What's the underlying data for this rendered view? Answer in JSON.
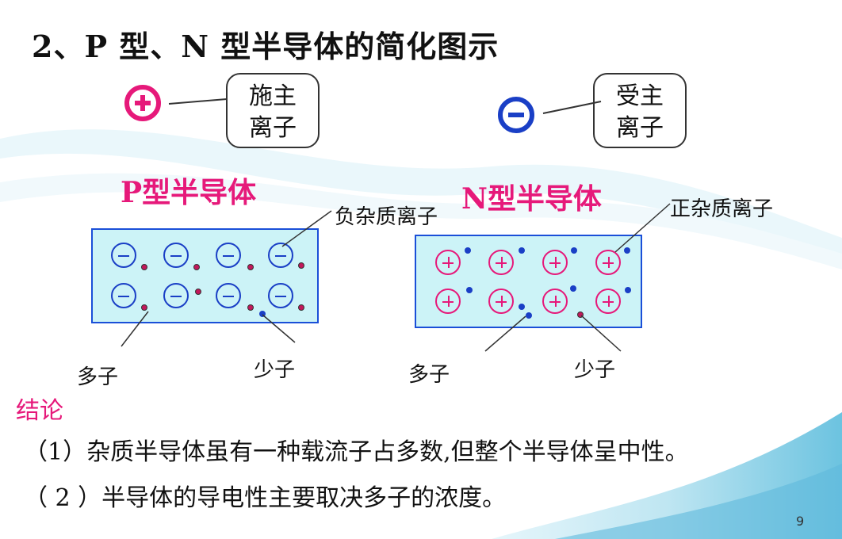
{
  "title": "2、P 型、N 型半导体的简化图示",
  "legend": {
    "donor_label_line1": "施主",
    "donor_label_line2": "离子",
    "acceptor_label_line1": "受主",
    "acceptor_label_line2": "离子"
  },
  "p_type": {
    "label": "P型半导体",
    "ion_label": "负杂质离子",
    "majority_label": "多子",
    "minority_label": "少子"
  },
  "n_type": {
    "label": "N型半导体",
    "ion_label": "正杂质离子",
    "majority_label": "多子",
    "minority_label": "少子"
  },
  "conclusion": {
    "heading": "结论",
    "point1": "（1）杂质半导体虽有一种载流子占多数,但整个半导体呈中性。",
    "point2": "（ 2 ）半导体的导电性主要取决多子的浓度。"
  },
  "page_number": "9",
  "colors": {
    "positive": "#e6197a",
    "negative": "#1a3fc6",
    "lattice_fill": "#ccf3f7",
    "lattice_border": "#1a4fd8"
  }
}
